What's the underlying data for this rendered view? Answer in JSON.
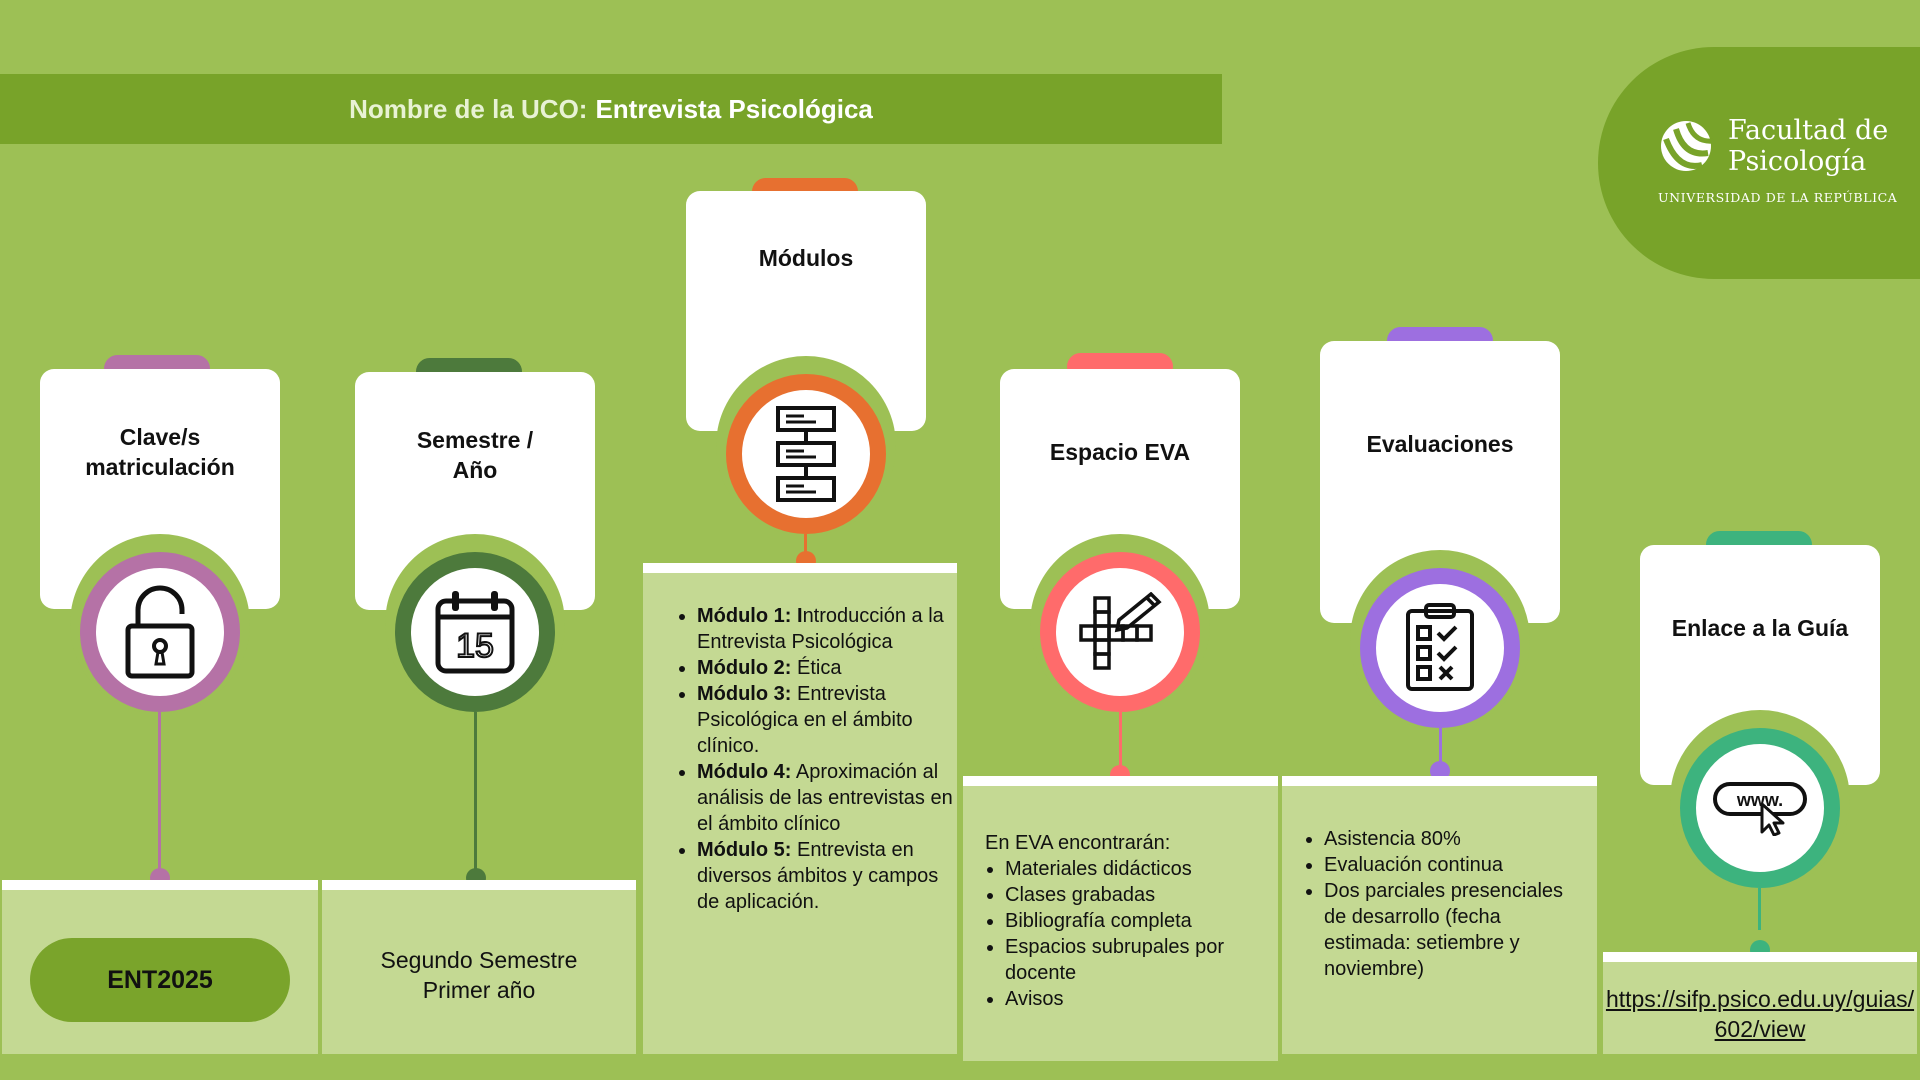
{
  "header": {
    "label": "Nombre de la UCO:",
    "value": "Entrevista Psicológica"
  },
  "logo": {
    "line1": "Facultad de",
    "line2": "Psicología",
    "subtitle": "UNIVERSIDAD DE LA REPÚBLICA"
  },
  "colors": {
    "background": "#9dc055",
    "bar": "#78a329",
    "panel": "#c4d993",
    "clave": "#b572a6",
    "semestre": "#4d7a3c",
    "modulos": "#e77030",
    "eva": "#ff6b6b",
    "evaluaciones": "#9d6fe0",
    "enlace": "#3db37e"
  },
  "columns": {
    "clave": {
      "title": "Clave/s matriculación",
      "icon": "padlock-icon",
      "value": "ENT2025"
    },
    "semestre": {
      "title": "Semestre / Año",
      "icon": "calendar-icon",
      "calendar_number": "15",
      "line1": "Segundo Semestre",
      "line2": "Primer año"
    },
    "modulos": {
      "title": "Módulos",
      "icon": "flowchart-icon",
      "items": [
        {
          "label": "Módulo 1:",
          "bold_letter": "I",
          "text": "ntroducción a la Entrevista Psicológica"
        },
        {
          "label": "Módulo 2:",
          "text": "Ética"
        },
        {
          "label": "Módulo 3:",
          "text": "Entrevista Psicológica en el ámbito clínico."
        },
        {
          "label": "Módulo 4:",
          "text": "Aproximación al análisis de las entrevistas en el ámbito clínico"
        },
        {
          "label": "Módulo 5:",
          "text": "Entrevista en diversos ámbitos y campos de aplicación."
        }
      ]
    },
    "eva": {
      "title": "Espacio EVA",
      "icon": "crossword-pencil-icon",
      "intro": "En EVA encontrarán:",
      "items": [
        "Materiales didácticos",
        "Clases grabadas",
        "Bibliografía completa",
        "Espacios subrupales por docente",
        "Avisos"
      ]
    },
    "evaluaciones": {
      "title": "Evaluaciones",
      "icon": "checklist-icon",
      "items": [
        "Asistencia 80%",
        "Evaluación continua",
        "Dos parciales presenciales de desarrollo (fecha estimada: setiembre y noviembre)"
      ]
    },
    "enlace": {
      "title": "Enlace a la Guía",
      "icon": "www-cursor-icon",
      "icon_text": "www.",
      "url": "https://sifp.psico.edu.uy/guias/602/view"
    }
  }
}
